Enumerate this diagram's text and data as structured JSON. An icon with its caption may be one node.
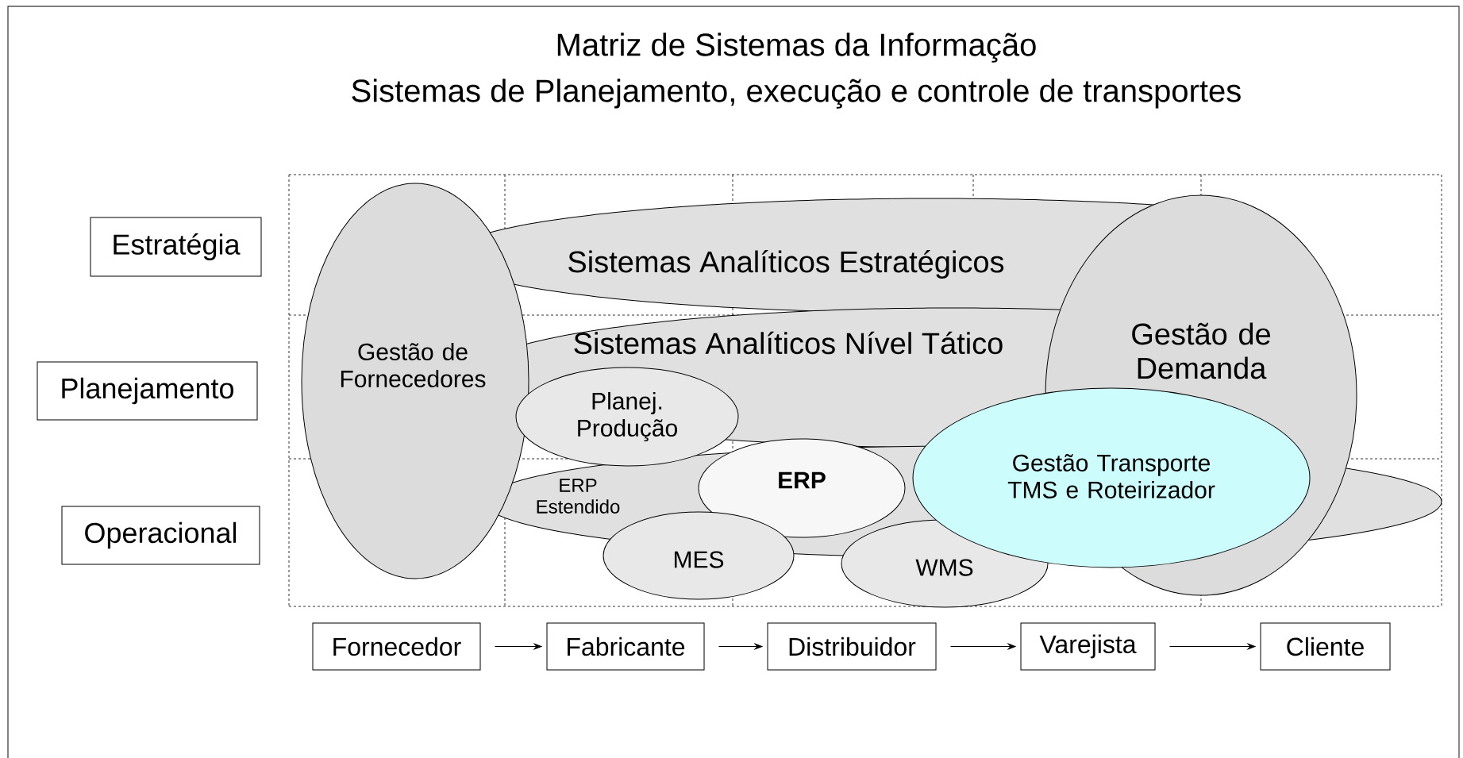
{
  "diagram": {
    "title": "Matriz de Sistemas da Informação",
    "nodes": [
      {
        "text": [
          "Estratégia"
        ]
      },
      {
        "text": [
          "Planejamento"
        ]
      },
      {
        "text": [
          "Operacional"
        ]
      },
      {
        "text": [
          "Sistemas Analíticos Estratégicos"
        ]
      },
      {
        "text": [
          "Gestão de Fornecedores"
        ]
      },
      {
        "text": [
          "Sistemas Analíticos Nível Tático"
        ]
      },
      {
        "text": [
          "Gestão de Demanda"
        ]
      },
      {
        "text": [
          "Planej. Produção"
        ]
      },
      {
        "text": [
          "ERP Estendido"
        ]
      },
      {
        "text": [
          "ERP"
        ]
      },
      {
        "text": [
          "Gestão Transporte TMS e Roteirizador"
        ]
      },
      {
        "text": [
          "MES"
        ]
      },
      {
        "text": [
          "WMS"
        ]
      },
      {
        "text": [
          "Fornecedor"
        ]
      },
      {
        "text": [
          "Fabricante"
        ]
      },
      {
        "text": [
          "Distribuidor"
        ]
      },
      {
        "text": [
          "Varejista"
        ]
      },
      {
        "text": [
          "Cliente"
        ]
      }
    ],
    "edges": [
      {
        "from": 13,
        "to": 14,
        "arrow": "to"
      },
      {
        "from": 14,
        "to": 15,
        "arrow": "to"
      },
      {
        "from": 15,
        "to": 16,
        "arrow": "to"
      },
      {
        "from": 16,
        "to": 17,
        "arrow": "to"
      }
    ],
    "labels": [
      "Sistemas de Planejamento, execução e controle de transportes"
    ]
  }
}
